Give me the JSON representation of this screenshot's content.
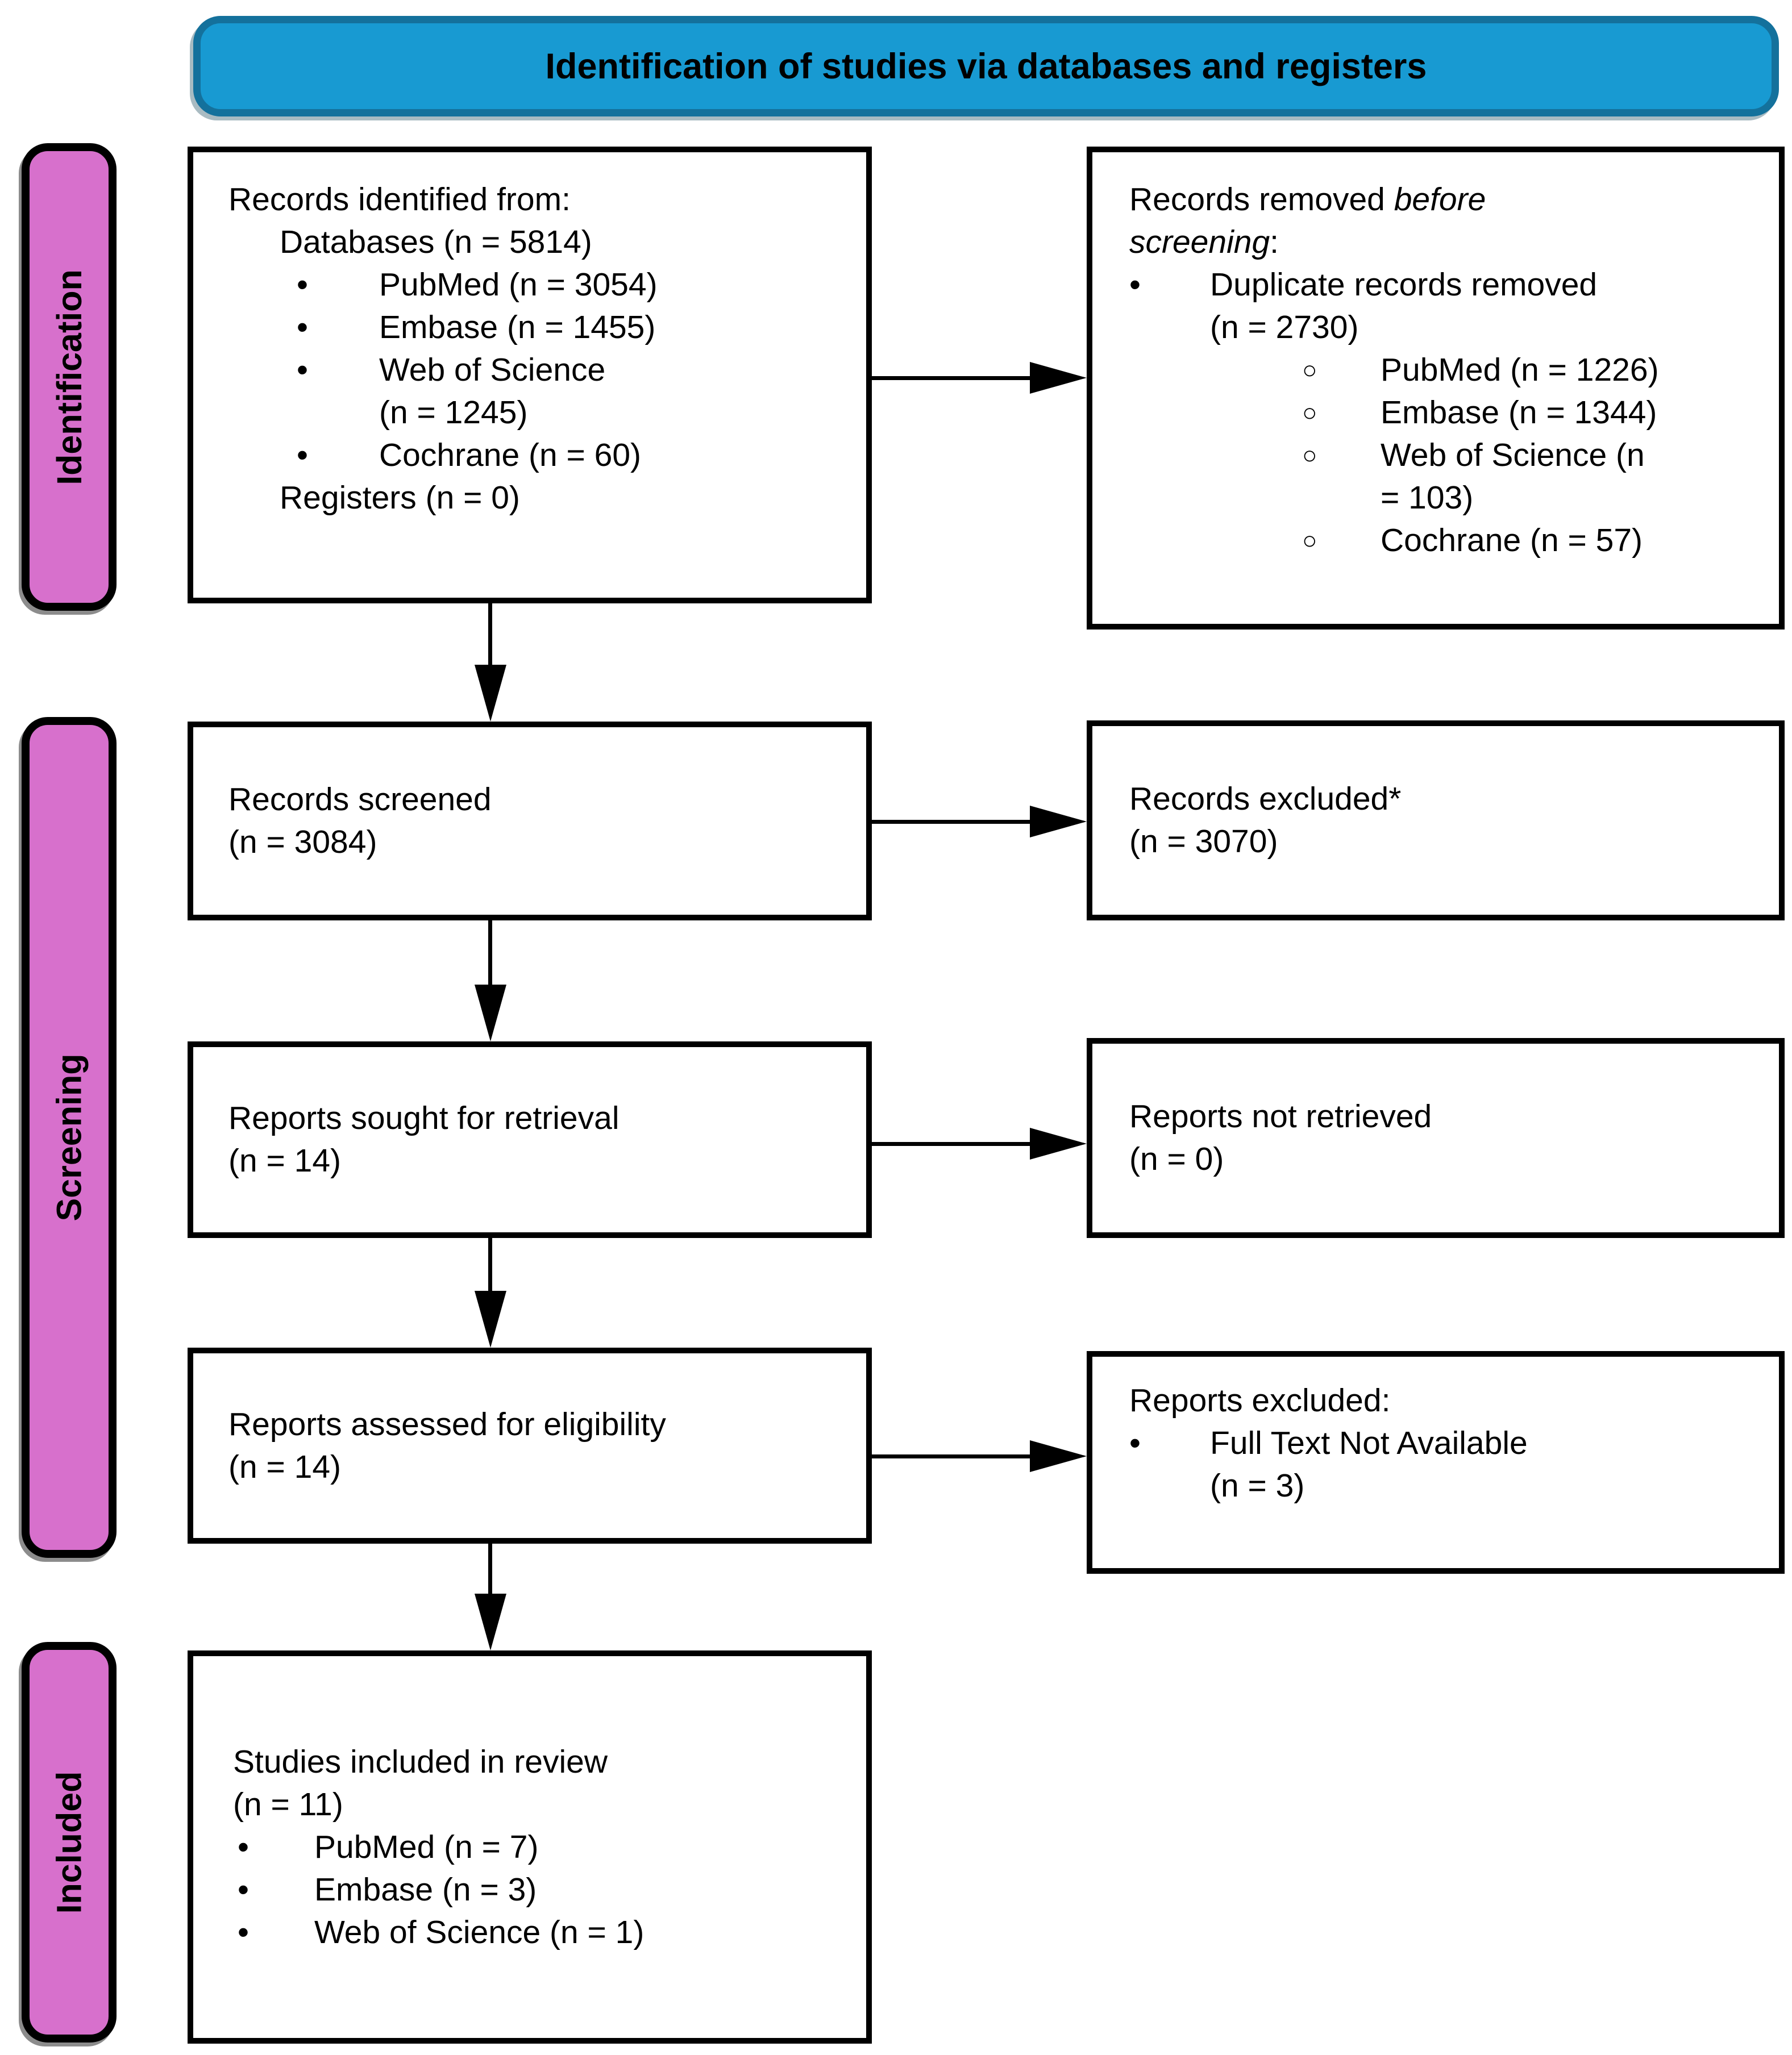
{
  "header": {
    "title": "Identification of studies via databases and registers"
  },
  "sidebar": {
    "identification": "Identification",
    "screening": "Screening",
    "included": "Included"
  },
  "colors": {
    "header_fill": "#189AD2",
    "header_border": "#14719C",
    "sidebar_fill": "#D770CC",
    "box_border": "#000000",
    "text_color": "#000000"
  },
  "markers": {
    "bullet": "•",
    "circle": "○"
  },
  "boxes": {
    "identified": {
      "line1": "Records identified from:",
      "line2": "Databases (n = 5814)",
      "bullet1": "PubMed (n = 3054)",
      "bullet2": "Embase (n = 1455)",
      "bullet3_line1": "Web of Science",
      "bullet3_line2": "(n = 1245)",
      "bullet4": "Cochrane (n = 60)",
      "line3": "Registers (n = 0)"
    },
    "removed": {
      "line1_normal": "Records removed ",
      "line1_italic": "before screening",
      "line1_colon": ":",
      "bullet1_line1": "Duplicate records removed",
      "bullet1_line2": "(n = 2730)",
      "sub1": "PubMed (n = 1226)",
      "sub2": "Embase (n = 1344)",
      "sub3_line1": "Web of Science (n",
      "sub3_line2": "= 103)",
      "sub4": "Cochrane (n = 57)"
    },
    "screened": {
      "line1": "Records screened",
      "line2": "(n = 3084)"
    },
    "excluded": {
      "line1": "Records excluded*",
      "line2": "(n = 3070)"
    },
    "sought": {
      "line1": "Reports sought for retrieval",
      "line2": "(n = 14)"
    },
    "not_retrieved": {
      "line1": "Reports not retrieved",
      "line2": "(n = 0)"
    },
    "assessed": {
      "line1": "Reports assessed for eligibility",
      "line2": "(n = 14)"
    },
    "reports_excluded": {
      "line1": "Reports excluded:",
      "bullet1_line1": "Full Text Not Available",
      "bullet1_line2": "(n = 3)"
    },
    "included_box": {
      "line1": "Studies included in review",
      "line2": "(n = 11)",
      "bullet1": "PubMed (n = 7)",
      "bullet2": "Embase (n = 3)",
      "bullet3": "Web of Science (n = 1)"
    }
  }
}
